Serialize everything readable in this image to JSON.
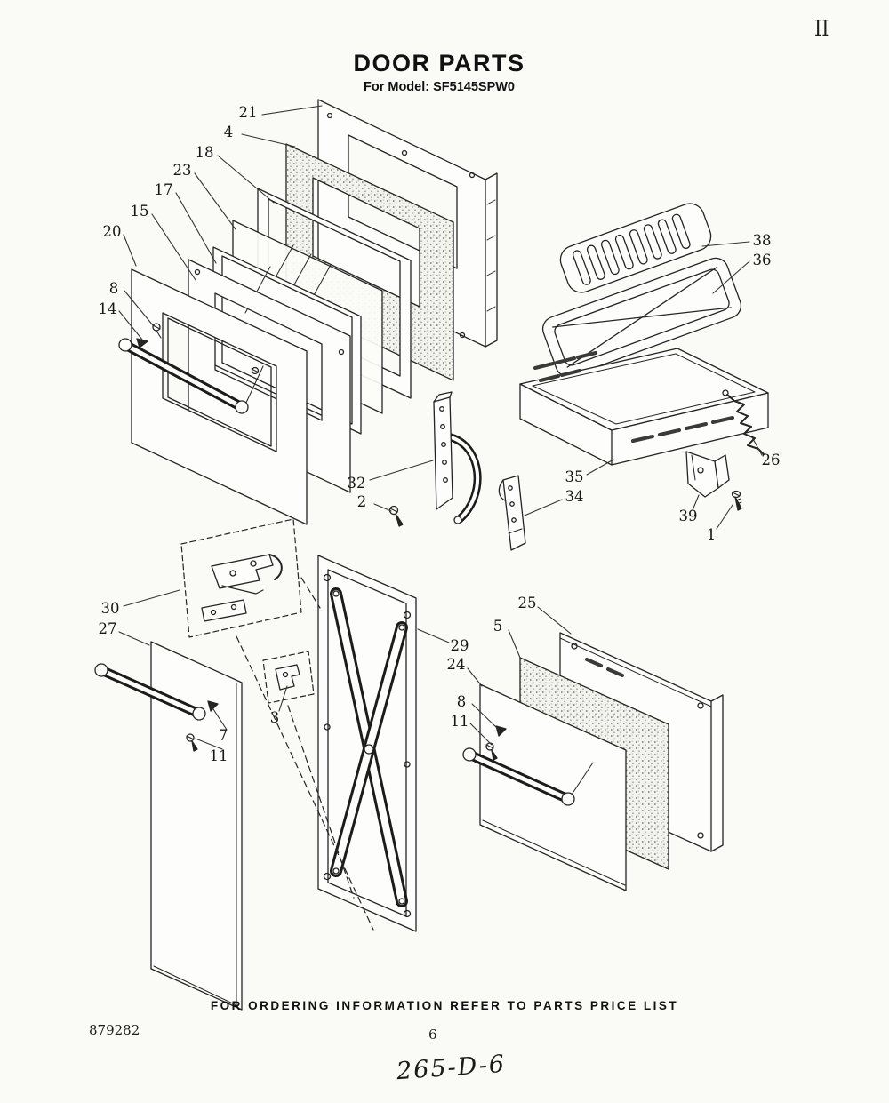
{
  "page": {
    "corner_mark": "II",
    "title": "DOOR PARTS",
    "model_line": "For Model: SF5145SPW0",
    "footer_note": "FOR ORDERING INFORMATION REFER TO PARTS PRICE LIST",
    "doc_number": "879282",
    "page_number": "6",
    "plate_code": "265-D-6"
  },
  "callouts": {
    "c21": "21",
    "c4": "4",
    "c18": "18",
    "c23": "23",
    "c17": "17",
    "c15": "15",
    "c20": "20",
    "c8a": "8",
    "c14": "14",
    "c38": "38",
    "c36": "36",
    "c26": "26",
    "c35": "35",
    "c34": "34",
    "c39": "39",
    "c1": "1",
    "c32": "32",
    "c2": "2",
    "c30": "30",
    "c27": "27",
    "c25": "25",
    "c5": "5",
    "c29": "29",
    "c24": "24",
    "c8b": "8",
    "c11b": "11",
    "c3": "3",
    "c7": "7",
    "c11a": "11"
  }
}
